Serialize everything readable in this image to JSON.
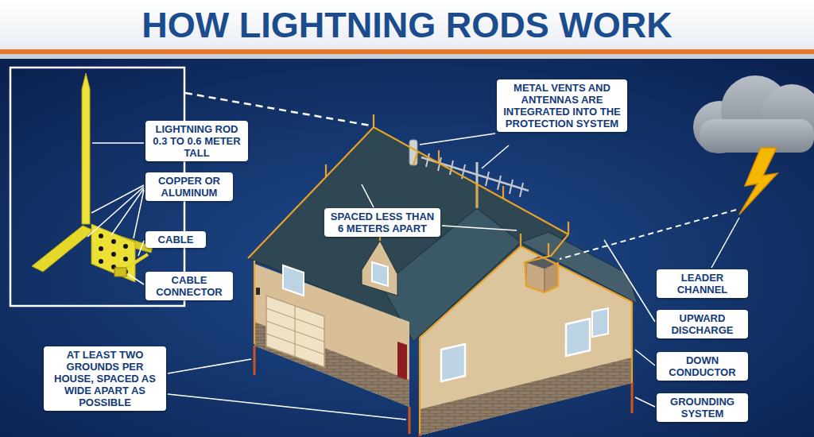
{
  "diagram": {
    "title": "HOW LIGHTNING RODS WORK",
    "nodes": [
      {
        "text": [
          "LIGHTNING ROD 0.3 TO 0.6 METER TALL"
        ]
      },
      {
        "text": [
          "COPPER OR ALUMINUM"
        ]
      },
      {
        "text": [
          "CABLE"
        ]
      },
      {
        "text": [
          "CABLE CONNECTOR"
        ]
      },
      {
        "text": [
          "METAL VENTS AND ANTENNAS ARE INTEGRATED INTO THE PROTECTION SYSTEM"
        ]
      },
      {
        "text": [
          "SPACED LESS THAN 6 METERS APART"
        ]
      },
      {
        "text": [
          "LEADER CHANNEL"
        ]
      },
      {
        "text": [
          "UPWARD DISCHARGE"
        ]
      },
      {
        "text": [
          "DOWN CONDUCTOR"
        ]
      },
      {
        "text": [
          "GROUNDING SYSTEM"
        ]
      },
      {
        "text": [
          "AT LEAST TWO GROUNDS PER HOUSE, SPACED AS WIDE APART AS POSSIBLE"
        ]
      }
    ]
  }
}
